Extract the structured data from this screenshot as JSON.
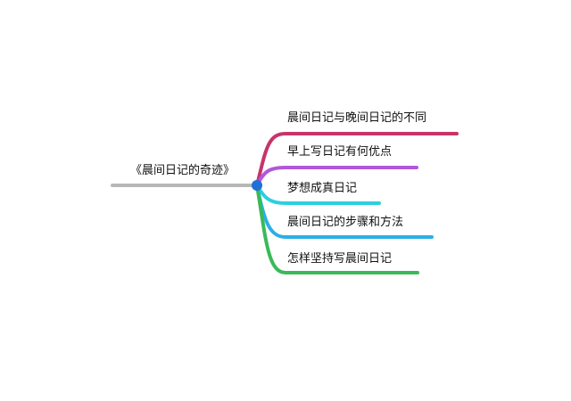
{
  "root": {
    "label": "《晨间日记的奇迹》",
    "color": "#b7b7b7",
    "node_color": "#1f6fd8"
  },
  "branches": [
    {
      "label": "晨间日记与晚间日记的不同",
      "color": "#c8336a"
    },
    {
      "label": "早上写日记有何优点",
      "color": "#b257d9"
    },
    {
      "label": "梦想成真日记",
      "color": "#2ccfe0"
    },
    {
      "label": "晨间日记的步骤和方法",
      "color": "#2ab0e6"
    },
    {
      "label": "怎样坚持写晨间日记",
      "color": "#3aba58"
    }
  ]
}
